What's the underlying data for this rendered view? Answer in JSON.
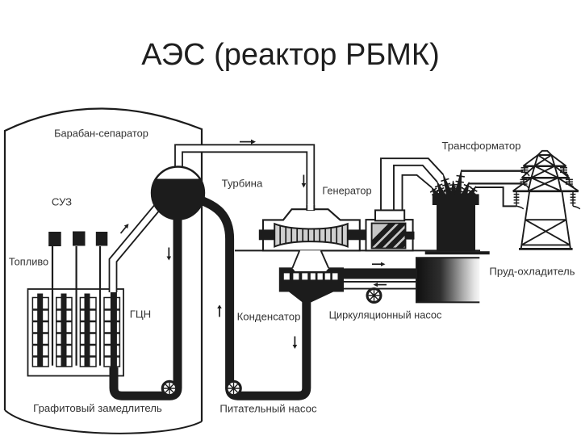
{
  "title": "АЭС (реактор РБМК)",
  "diagram": {
    "type": "schematic",
    "subject": "RBMK nuclear power plant process flow diagram",
    "labels": {
      "drum_separator": "Барабан-сепаратор",
      "control_rods": "СУЗ",
      "fuel": "Топливо",
      "turbine": "Турбина",
      "generator": "Генератор",
      "transformer": "Трансформатор",
      "main_circulation_pump": "ГЦН",
      "condenser": "Конденсатор",
      "circulation_pump": "Циркуляционный насос",
      "cooling_pond": "Пруд-охладитель",
      "graphite_moderator": "Графитовый замедлитель",
      "feed_pump": "Питательный насос"
    },
    "colors": {
      "background": "#ffffff",
      "ink": "#1c1c1c",
      "label_text": "#333333",
      "turbine_fill": "#cfcfcf",
      "generator_fill": "#c6c6c6"
    }
  }
}
